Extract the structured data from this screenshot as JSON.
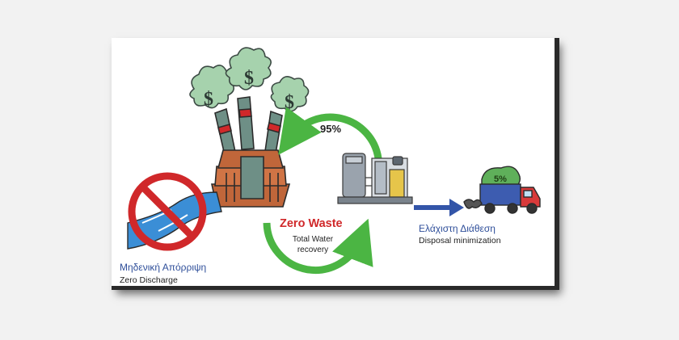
{
  "cycle_percent": "95%",
  "zero_waste": {
    "title": "Zero Waste",
    "subtitle_line1": "Total Water",
    "subtitle_line2": "recovery"
  },
  "disposal": {
    "greek": "Ελάχιστη  Διάθεση",
    "english": "Disposal minimization",
    "truck_percent": "5%"
  },
  "discharge": {
    "greek": "Μηδενική Απόρριψη",
    "english": "Zero Discharge"
  },
  "colors": {
    "arrow_green": "#4bb543",
    "arrow_blue": "#3355a8",
    "prohibit_red": "#d0282a",
    "factory_brown": "#c0663a",
    "smoke_green": "#9ccaa0",
    "water_blue": "#3b8ed6",
    "truck_red": "#d83a3a",
    "truck_blue": "#3d5cb0"
  },
  "icons": [
    "factory-icon",
    "no-discharge-icon",
    "treatment-plant-icon",
    "truck-icon"
  ]
}
